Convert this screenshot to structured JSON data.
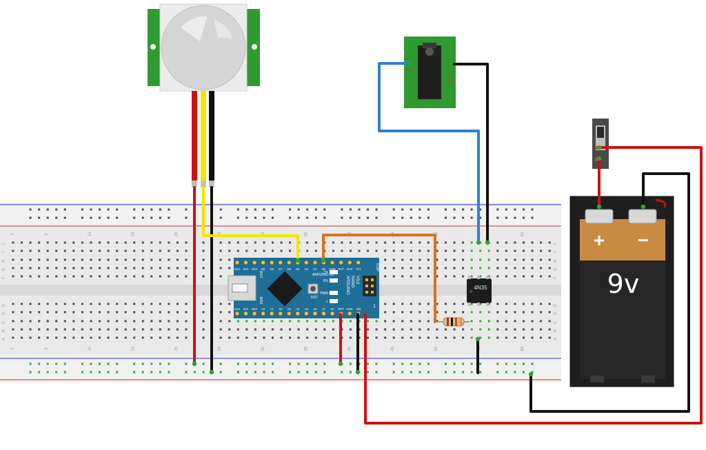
{
  "breadboard": {
    "col_numbers": [
      "1",
      "5",
      "10",
      "15",
      "20",
      "25",
      "30",
      "35",
      "40",
      "45",
      "50",
      "55",
      "60"
    ],
    "row_letters_top": [
      "J",
      "I",
      "H",
      "G",
      "F"
    ],
    "row_letters_bottom": [
      "E",
      "D",
      "C",
      "B",
      "A"
    ]
  },
  "arduino": {
    "top_pins": [
      "D12",
      "D11",
      "D10",
      "D9",
      "D8",
      "D7",
      "D6",
      "D5",
      "D4",
      "D3",
      "D2",
      "GND",
      "RST",
      "RX0",
      "TX1"
    ],
    "bottom_pins": [
      "D13",
      "3V3",
      "REF",
      "A0",
      "A1",
      "A2",
      "A3",
      "A4",
      "A5",
      "A6",
      "A7",
      "5V",
      "RST",
      "GND",
      "VIN"
    ],
    "leds": [
      "TX",
      "RX",
      "PWR",
      "L"
    ],
    "board_text": [
      "ARDUINO.CC",
      "ARDUINO",
      "NANO",
      "V3.0"
    ],
    "usb_label": "USA",
    "year": "2009",
    "rst_label": "RST",
    "icsp_label": "ICSP",
    "icsp_pin": "1"
  },
  "optocoupler": {
    "label": "4N35"
  },
  "battery": {
    "plus": "+",
    "minus": "−",
    "voltage": "9v"
  },
  "colors": {
    "red_wire": "#cc1111",
    "black_wire": "#111111",
    "yellow_wire": "#f2e600",
    "orange_wire": "#e0701c",
    "blue_wire": "#2f7fd6",
    "board_teal": "#1f6e98",
    "green_pcb": "#2f9a2f"
  }
}
